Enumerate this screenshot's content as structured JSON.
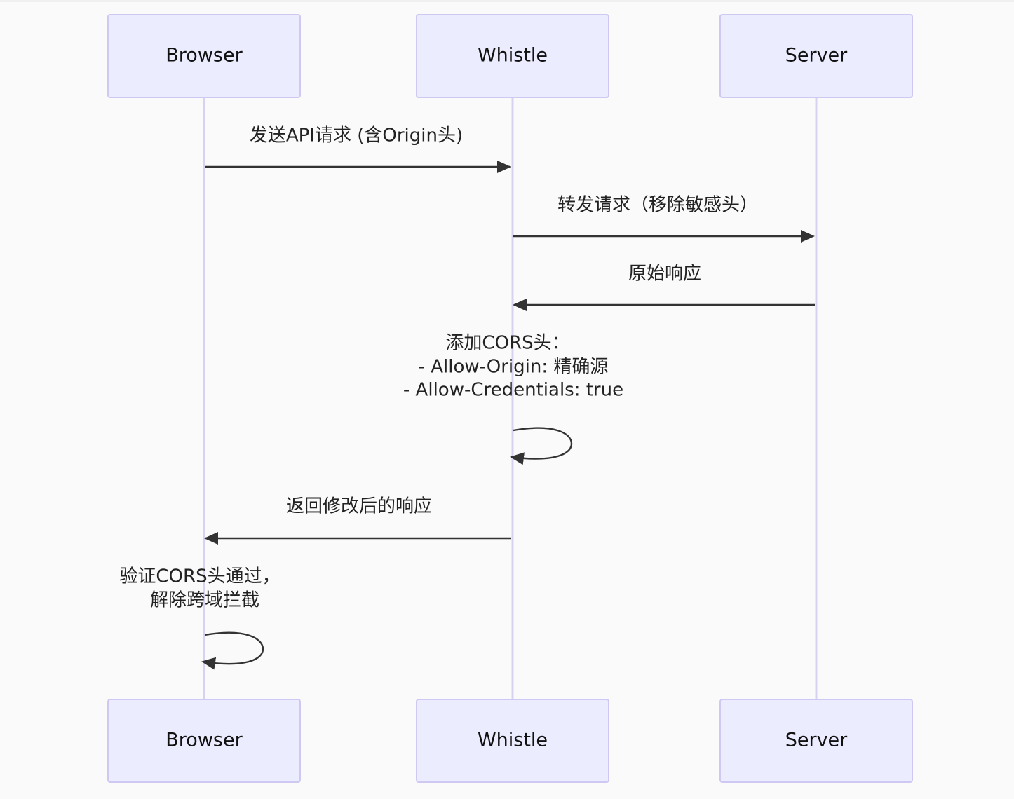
{
  "participants": {
    "browser": "Browser",
    "whistle": "Whistle",
    "server": "Server"
  },
  "messages": {
    "m1": "发送API请求 (含Origin头)",
    "m2": "转发请求（移除敏感头）",
    "m3": "原始响应",
    "m4_line1": "添加CORS头：",
    "m4_line2": "- Allow-Origin: 精确源",
    "m4_line3": "- Allow-Credentials: true",
    "m5": "返回修改后的响应",
    "m6_line1": "验证CORS头通过，",
    "m6_line2": "解除跨域拦截"
  },
  "colors": {
    "actor_fill": "#ececff",
    "actor_border": "#cfc8f2",
    "lifeline": "#d8d2f2",
    "arrow": "#333333",
    "background": "#fafafa"
  }
}
